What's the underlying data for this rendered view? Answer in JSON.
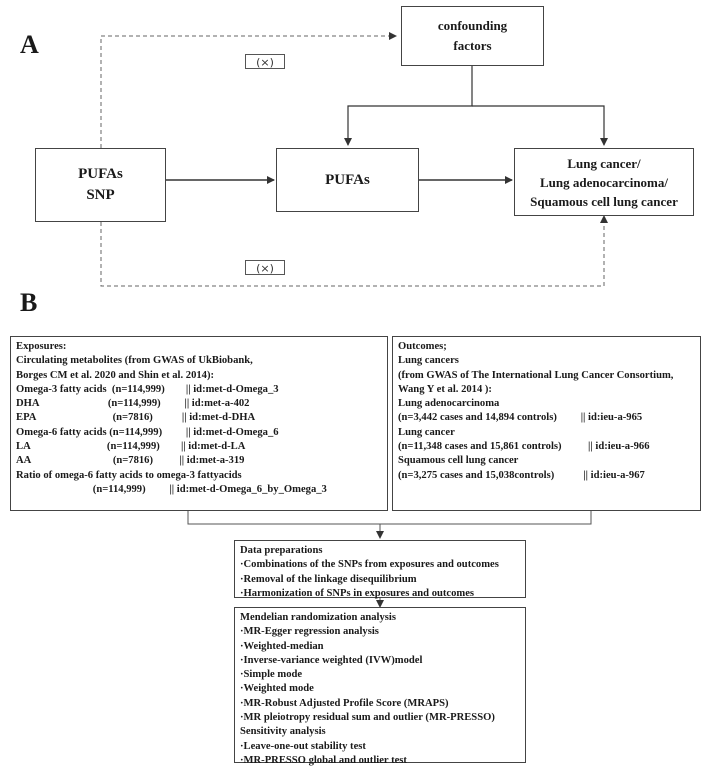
{
  "panel_a": {
    "label": "A",
    "confounding_box": [
      "confounding",
      "factors"
    ],
    "pufas_snp_box": [
      "PUFAs",
      "SNP"
    ],
    "pufas_box": [
      "PUFAs"
    ],
    "outcome_box": [
      "Lung cancer/",
      "Lung adenocarcinoma/",
      "Squamous cell lung cancer"
    ],
    "cross_top": "(×)",
    "cross_bottom": "(×)"
  },
  "panel_b": {
    "label": "B",
    "exposures_lines": [
      "Exposures:",
      "Circulating metabolites (from GWAS of UkBiobank,",
      "Borges CM et al. 2020 and Shin et al. 2014):",
      "Omega-3 fatty acids  (n=114,999)        || id:met-d-Omega_3",
      "DHA                          (n=114,999)         || id:met-a-402",
      "EPA                             (n=7816)           || id:met-d-DHA",
      "Omega-6 fatty acids (n=114,999)         || id:met-d-Omega_6",
      "LA                             (n=114,999)        || id:met-d-LA",
      "AA                               (n=7816)          || id:met-a-319",
      "Ratio of omega-6 fatty acids to omega-3 fattyacids",
      "                             (n=114,999)         || id:met-d-Omega_6_by_Omega_3"
    ],
    "outcomes_lines": [
      "Outcomes;",
      "Lung cancers",
      "(from GWAS of The International Lung Cancer Consortium,",
      "Wang Y et al. 2014 ):",
      "Lung adenocarcinoma",
      "(n=3,442 cases and 14,894 controls)         || id:ieu-a-965",
      "Lung cancer",
      "(n=11,348 cases and 15,861 controls)          || id:ieu-a-966",
      "Squamous cell lung cancer",
      "(n=3,275 cases and 15,038controls)           || id:ieu-a-967"
    ],
    "data_prep_lines": [
      "Data preparations",
      "·Combinations of the SNPs from exposures and outcomes",
      "·Removal of the linkage disequilibrium",
      "·Harmonization of SNPs in exposures and outcomes"
    ],
    "mr_lines": [
      "Mendelian randomization analysis",
      "·MR-Egger regression analysis",
      "·Weighted-median",
      "·Inverse-variance weighted (IVW)model",
      "·Simple mode",
      "·Weighted mode",
      "·MR-Robust Adjusted Profile Score (MRAPS)",
      "·MR pleiotropy residual sum and outlier (MR-PRESSO)",
      "Sensitivity analysis",
      "·Leave-one-out stability test",
      "·MR-PRESSO global and outlier test"
    ]
  }
}
